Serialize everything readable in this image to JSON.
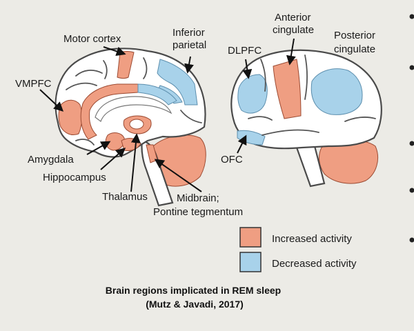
{
  "labels": {
    "motor_cortex": "Motor cortex",
    "inferior_parietal_1": "Inferior",
    "inferior_parietal_2": "parietal",
    "vmpfc": "VMPFC",
    "amygdala": "Amygdala",
    "hippocampus": "Hippocampus",
    "thalamus": "Thalamus",
    "midbrain_1": "Midbrain;",
    "midbrain_2": "Pontine tegmentum",
    "anterior_cingulate_1": "Anterior",
    "anterior_cingulate_2": "cingulate",
    "posterior_cingulate_1": "Posterior",
    "posterior_cingulate_2": "cingulate",
    "dlpfc": "DLPFC",
    "ofc": "OFC"
  },
  "legend": {
    "increased": "Increased activity",
    "decreased": "Decreased activity"
  },
  "caption": {
    "line1": "Brain regions implicated in REM sleep",
    "line2": "(Mutz & Javadi, 2017)"
  },
  "colors": {
    "increased": "#ef9e82",
    "decreased": "#a8d2ea",
    "background": "#ecebe6"
  }
}
